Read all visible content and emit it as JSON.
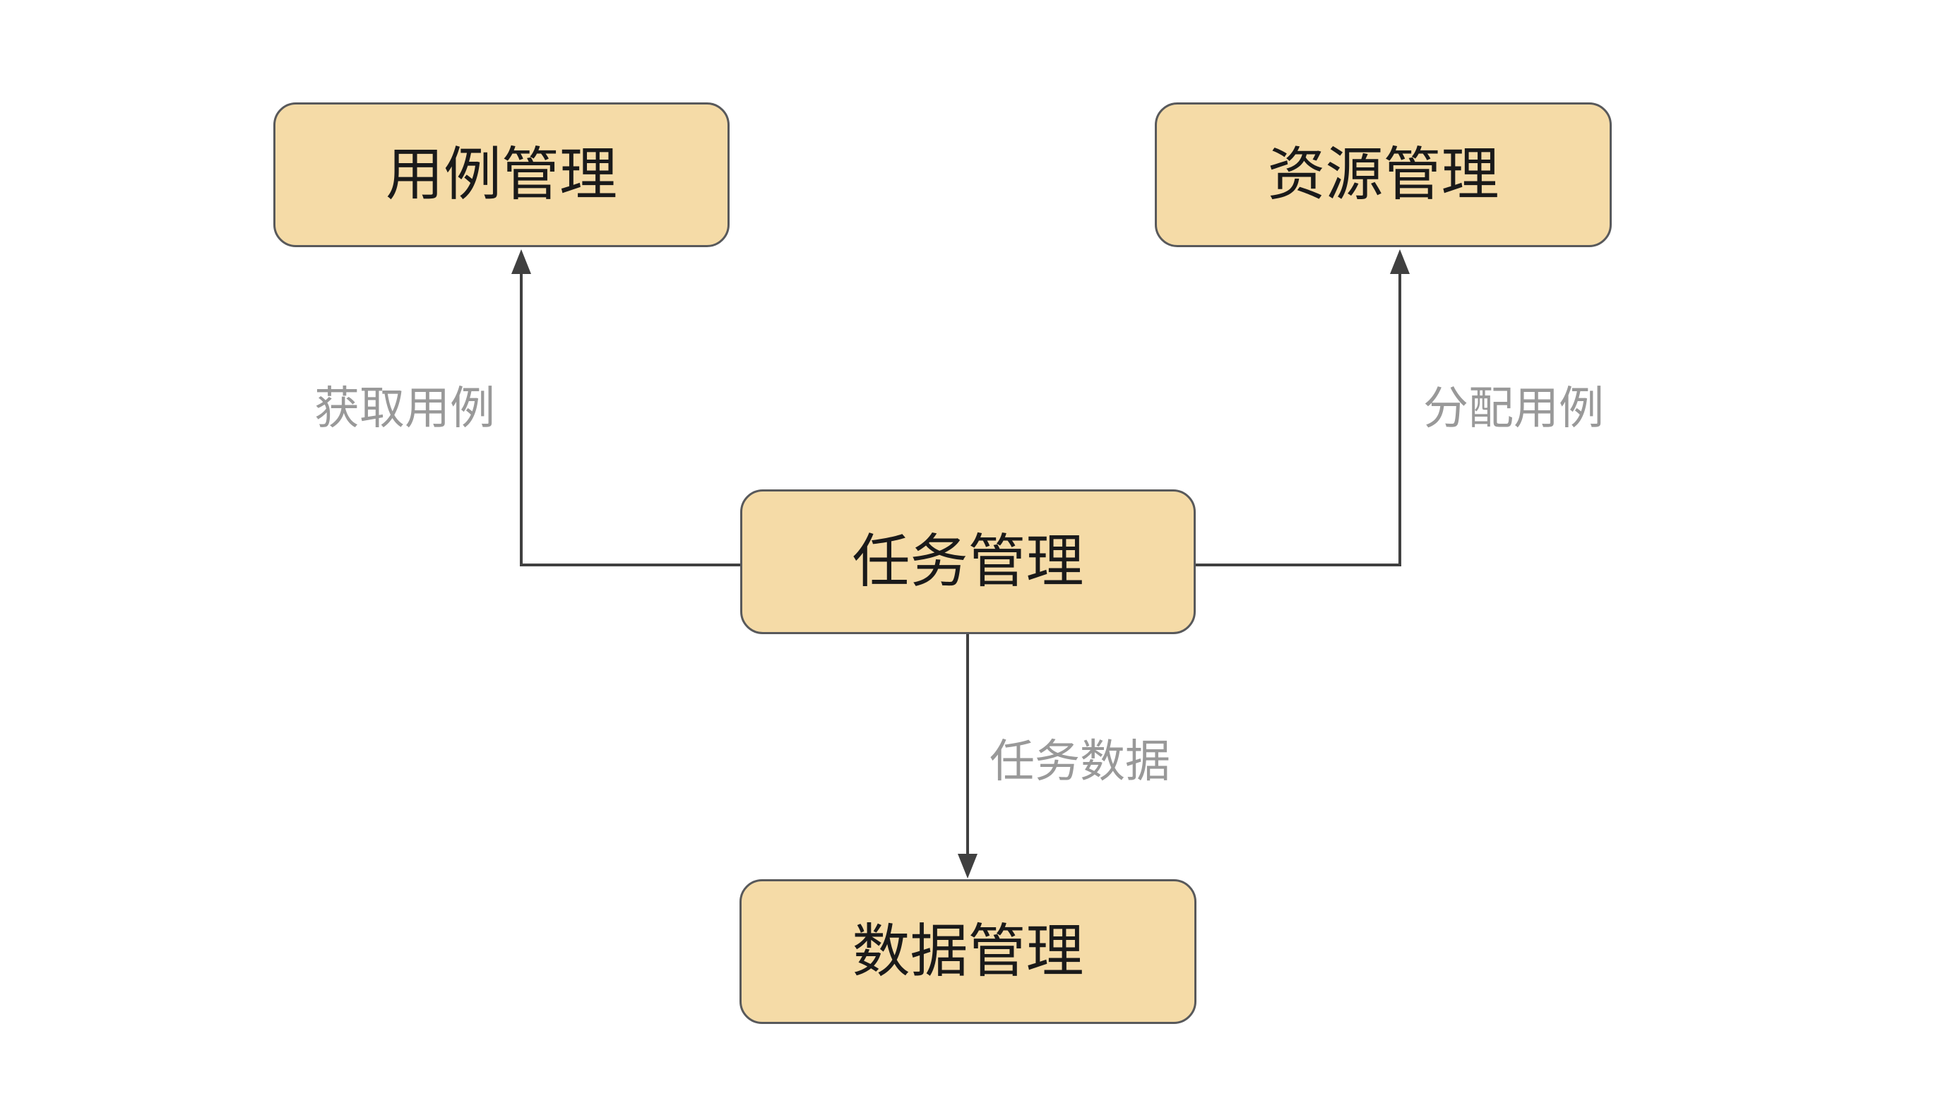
{
  "diagram": {
    "type": "flowchart",
    "background": "#FFFFFF",
    "nodes": [
      {
        "id": "use-case-management",
        "label": "用例管理"
      },
      {
        "id": "resource-management",
        "label": "资源管理"
      },
      {
        "id": "task-management",
        "label": "任务管理"
      },
      {
        "id": "data-management",
        "label": "数据管理"
      }
    ],
    "edges": [
      {
        "from": "task-management",
        "to": "use-case-management",
        "label": "获取用例",
        "direction": "left-then-up"
      },
      {
        "from": "task-management",
        "to": "resource-management",
        "label": "分配用例",
        "direction": "right-then-up"
      },
      {
        "from": "task-management",
        "to": "data-management",
        "label": "任务数据",
        "direction": "down"
      }
    ],
    "colors": {
      "node_fill": "#F5DBA7",
      "node_border": "#58595B",
      "node_text": "#1A1A1A",
      "edge_line": "#404040",
      "arrowhead": "#404040",
      "edge_label_text": "#999999",
      "background": "#FFFFFF"
    }
  }
}
